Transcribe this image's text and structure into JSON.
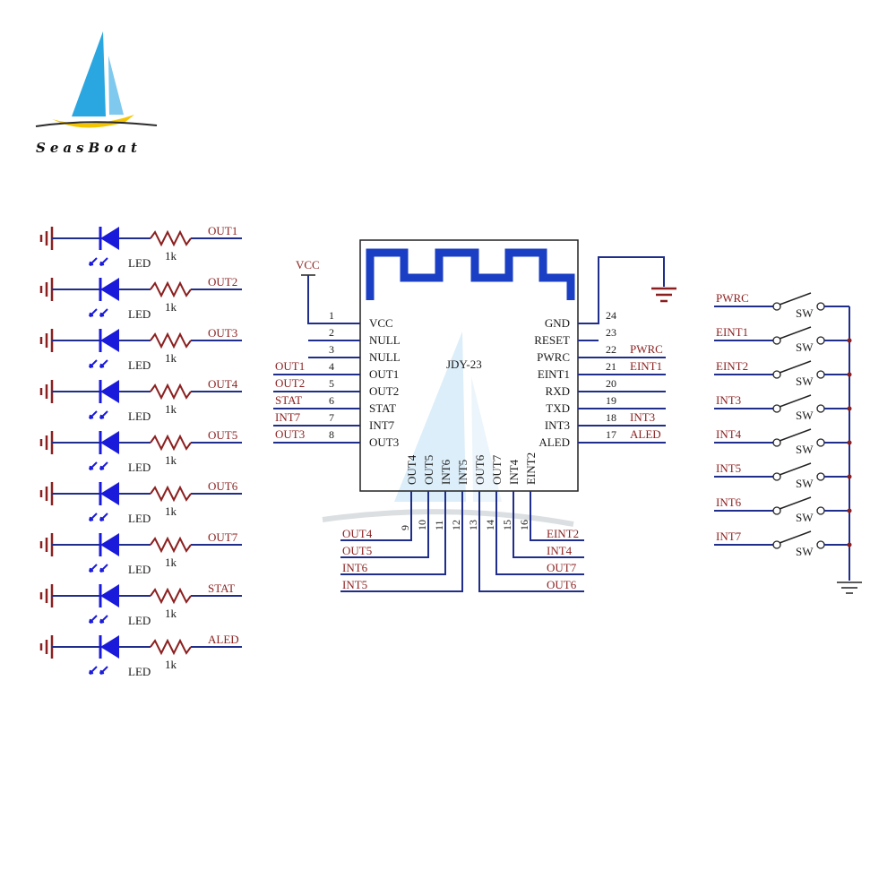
{
  "brand": {
    "name": "SeasBoat"
  },
  "led_column": {
    "rows": [
      {
        "net": "OUT1",
        "component": "LED",
        "resistor": "1k"
      },
      {
        "net": "OUT2",
        "component": "LED",
        "resistor": "1k"
      },
      {
        "net": "OUT3",
        "component": "LED",
        "resistor": "1k"
      },
      {
        "net": "OUT4",
        "component": "LED",
        "resistor": "1k"
      },
      {
        "net": "OUT5",
        "component": "LED",
        "resistor": "1k"
      },
      {
        "net": "OUT6",
        "component": "LED",
        "resistor": "1k"
      },
      {
        "net": "OUT7",
        "component": "LED",
        "resistor": "1k"
      },
      {
        "net": "STAT",
        "component": "LED",
        "resistor": "1k"
      },
      {
        "net": "ALED",
        "component": "LED",
        "resistor": "1k"
      }
    ]
  },
  "chip": {
    "name": "JDY-23",
    "supply_label": "VCC",
    "left_pins": [
      {
        "num": "1",
        "name": "VCC",
        "net": ""
      },
      {
        "num": "2",
        "name": "NULL",
        "net": ""
      },
      {
        "num": "3",
        "name": "NULL",
        "net": ""
      },
      {
        "num": "4",
        "name": "OUT1",
        "net": "OUT1"
      },
      {
        "num": "5",
        "name": "OUT2",
        "net": "OUT2"
      },
      {
        "num": "6",
        "name": "STAT",
        "net": "STAT"
      },
      {
        "num": "7",
        "name": "INT7",
        "net": "INT7"
      },
      {
        "num": "8",
        "name": "OUT3",
        "net": "OUT3"
      }
    ],
    "right_pins": [
      {
        "num": "24",
        "name": "GND",
        "net": ""
      },
      {
        "num": "23",
        "name": "RESET",
        "net": ""
      },
      {
        "num": "22",
        "name": "PWRC",
        "net": "PWRC"
      },
      {
        "num": "21",
        "name": "EINT1",
        "net": "EINT1"
      },
      {
        "num": "20",
        "name": "RXD",
        "net": ""
      },
      {
        "num": "19",
        "name": "TXD",
        "net": ""
      },
      {
        "num": "18",
        "name": "INT3",
        "net": "INT3"
      },
      {
        "num": "17",
        "name": "ALED",
        "net": "ALED"
      }
    ],
    "bottom_pins": [
      {
        "num": "9",
        "name": "OUT4",
        "net": "OUT4"
      },
      {
        "num": "10",
        "name": "OUT5",
        "net": "OUT5"
      },
      {
        "num": "11",
        "name": "INT6",
        "net": "INT6"
      },
      {
        "num": "12",
        "name": "INT5",
        "net": "INT5"
      },
      {
        "num": "13",
        "name": "OUT6",
        "net": "OUT6"
      },
      {
        "num": "14",
        "name": "OUT7",
        "net": "OUT7"
      },
      {
        "num": "15",
        "name": "INT4",
        "net": "INT4"
      },
      {
        "num": "16",
        "name": "EINT2",
        "net": "EINT2"
      }
    ]
  },
  "switch_column": {
    "switch_label": "SW",
    "rows": [
      {
        "net": "PWRC"
      },
      {
        "net": "EINT1"
      },
      {
        "net": "EINT2"
      },
      {
        "net": "INT3"
      },
      {
        "net": "INT4"
      },
      {
        "net": "INT5"
      },
      {
        "net": "INT6"
      },
      {
        "net": "INT7"
      }
    ]
  },
  "colors": {
    "wire": "#1f2e8a",
    "led": "#1a1adb",
    "antenna": "#1b3fc4",
    "net_label": "#8b1f1f",
    "logo_sail_blue": "#2aa7e0",
    "logo_sail_yellow": "#f5c400"
  }
}
